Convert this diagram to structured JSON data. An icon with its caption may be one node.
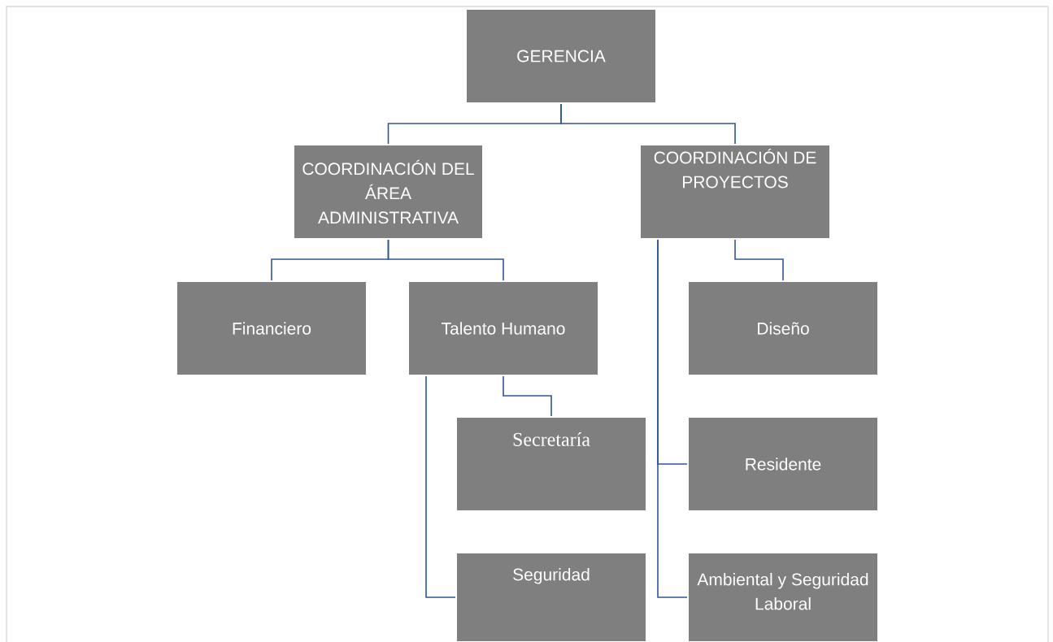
{
  "diagram": {
    "nodes": [
      {
        "text": [
          "GERENCIA"
        ]
      },
      {
        "text": [
          "COORDINACIÓN DEL ÁREA ADMINISTRATIVA"
        ]
      },
      {
        "text": [
          "COORDINACIÓN DE PROYECTOS"
        ]
      },
      {
        "text": [
          "Financiero"
        ]
      },
      {
        "text": [
          "Talento Humano"
        ]
      },
      {
        "text": [
          "Secretaría"
        ]
      },
      {
        "text": [
          "Seguridad"
        ]
      },
      {
        "text": [
          "Diseño"
        ]
      },
      {
        "text": [
          "Residente"
        ]
      },
      {
        "text": [
          "Ambiental y Seguridad Laboral"
        ]
      }
    ],
    "edges": [
      {
        "from": 0,
        "to": 1,
        "arrow": "none"
      },
      {
        "from": 0,
        "to": 2,
        "arrow": "none"
      },
      {
        "from": 1,
        "to": 3,
        "arrow": "none"
      },
      {
        "from": 1,
        "to": 4,
        "arrow": "none"
      },
      {
        "from": 4,
        "to": 5,
        "arrow": "none"
      },
      {
        "from": 4,
        "to": 6,
        "arrow": "none"
      },
      {
        "from": 2,
        "to": 7,
        "arrow": "none"
      },
      {
        "from": 2,
        "to": 8,
        "arrow": "none"
      },
      {
        "from": 2,
        "to": 9,
        "arrow": "none"
      }
    ]
  }
}
